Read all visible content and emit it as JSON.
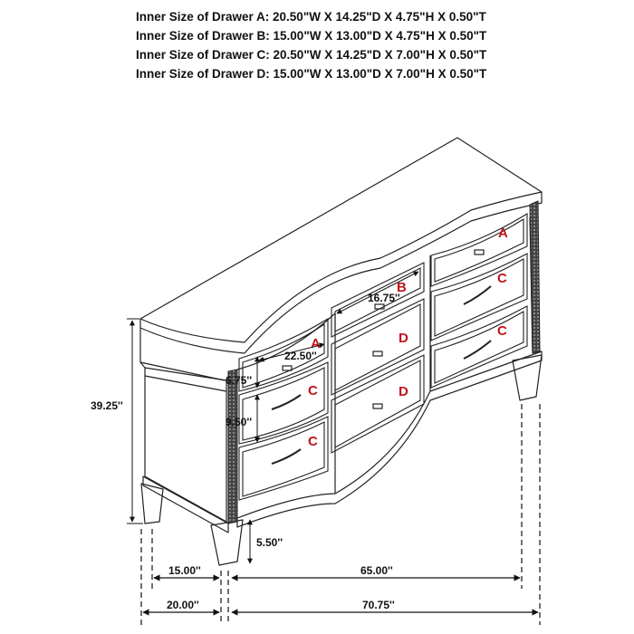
{
  "specs": [
    "Inner Size of Drawer A: 20.50\"W X 14.25\"D X 4.75\"H X 0.50\"T",
    "Inner Size of Drawer B: 15.00\"W X 13.00\"D X 4.75\"H X 0.50\"T",
    "Inner Size of Drawer C: 20.50\"W X 14.25\"D X 7.00\"H X 0.50\"T",
    "Inner Size of Drawer D: 15.00\"W X 13.00\"D X 7.00\"H X 0.50\"T"
  ],
  "dimensions": {
    "height": "39.25''",
    "drawer_width_a": "22.50''",
    "drawer_width_b": "16.75''",
    "drawer_height_a": "6.75''",
    "drawer_height_c": "9.50''",
    "leg_height": "5.50''",
    "depth_inner": "15.00''",
    "depth_overall": "20.00''",
    "width_inner": "65.00''",
    "width_overall": "70.75''"
  },
  "drawer_labels": {
    "a": "A",
    "b": "B",
    "c": "C",
    "d": "D"
  },
  "colors": {
    "label": "#c0141b",
    "line": "#222222"
  }
}
